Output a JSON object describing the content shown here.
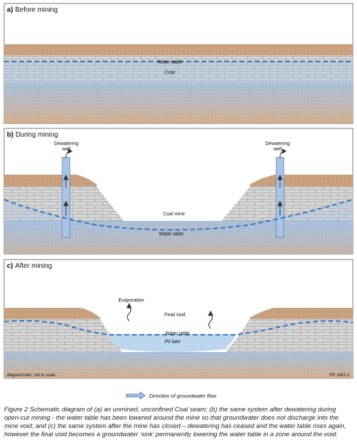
{
  "panels": {
    "a": {
      "letter": "a)",
      "title": "Before mining",
      "water_table": "Water table",
      "coal": "Coal"
    },
    "b": {
      "letter": "b)",
      "title": "During mining",
      "dewatering_well_left": [
        "Dewatering",
        "well"
      ],
      "dewatering_well_right": [
        "Dewatering",
        "well"
      ],
      "coal_mine": "Coal mine",
      "water_table": "Water table"
    },
    "c": {
      "letter": "c)",
      "title": "After mining",
      "evaporation": "Evaporation",
      "final_void": "Final void",
      "water_table": "Water table",
      "pit_lake": "Pit lake"
    }
  },
  "scale_note": "diagrammatic: not to scale",
  "figure_code": "PP-1451-1",
  "legend": {
    "arrow_label": "Direction of groundwater flow"
  },
  "caption": "Figure 2 Schematic diagram of (a) an unmined, unconfined Coal seam; (b) the same system after dewatering during open-cut mining - the water table has been lowered around the mine so that groundwater does not discharge into the mine void; and (c) the same system after the mine has closed – dewatering has ceased and the water table rises again, however the final void becomes a groundwater ‘sink’ permanently lowering the water table in a zone around the void.",
  "colors": {
    "soil": "#c8a07c",
    "coal": "#d9d9d9",
    "aquifer": "#b9c8d8",
    "water_table": "#2f74c0",
    "pit_lake": "#bcd6ee",
    "well": "#a9c4e6"
  }
}
